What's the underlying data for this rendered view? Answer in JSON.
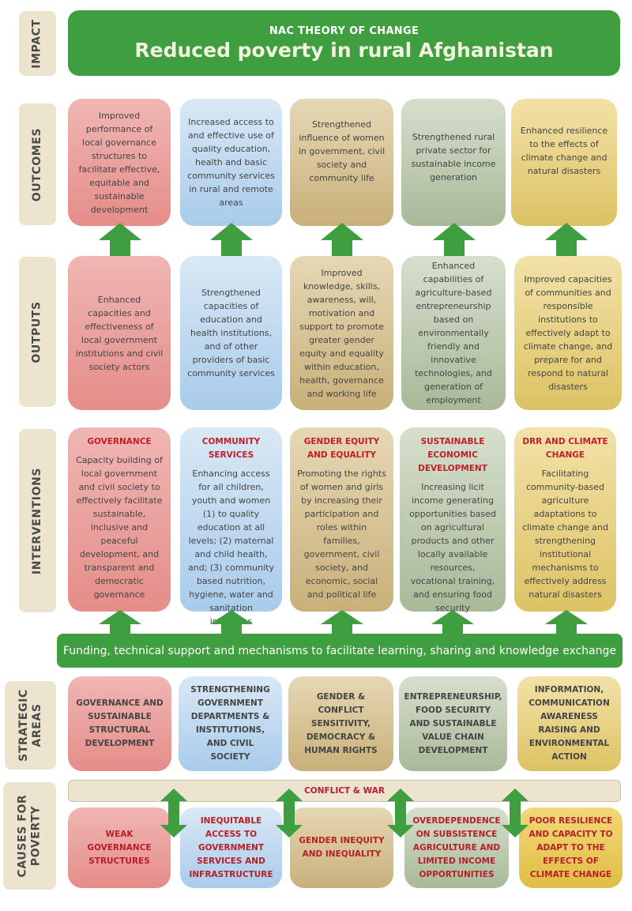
{
  "impact": {
    "label": "IMPACT",
    "subtitle": "NAC THEORY OF CHANGE",
    "title": "Reduced poverty in rural Afghanistan"
  },
  "outcomes": {
    "label": "OUTCOMES",
    "items": [
      "Improved performance of local governance structures to facilitate effective, equitable and sustainable development",
      "Increased access to and effective use of quality education, health and basic community services in rural and remote areas",
      "Strengthened influence of women in government, civil society and community life",
      "Strengthened rural private sector for sustainable income generation",
      "Enhanced resilience to the effects of climate change and natural disasters"
    ]
  },
  "outputs": {
    "label": "OUTPUTS",
    "items": [
      "Enhanced capacities and effectiveness of local government institutions and civil society actors",
      "Strengthened capacities of education and health institutions, and of other providers of basic community services",
      "Improved knowledge, skills, awareness, will, motivation and support to promote greater gender equity and equality within education, health, governance and working life",
      "Enhanced capabilities of agriculture-based entrepreneurship based on environmentally friendly and innovative technologies, and generation of employment",
      "Improved capacities of communities and responsible institutions to effectively adapt to climate change, and prepare for and respond to natural disasters"
    ]
  },
  "interventions": {
    "label": "INTERVENTIONS",
    "items": [
      {
        "title": "GOVERNANCE",
        "text": "Capacity building of local government and civil society to effectively facilitate sustainable, inclusive and peaceful development, and transparent and democratic governance"
      },
      {
        "title": "COMMUNITY SERVICES",
        "text": "Enhancing access for all children, youth and women (1) to quality education at all levels; (2) maternal and child health, and; (3) community based nutrition, hygiene, water and sanitation initiatives"
      },
      {
        "title": "GENDER EQUITY AND EQUALITY",
        "text": "Promoting the rights of women and girls by increasing their participation and roles within families, government, civil society, and economic, social and political life"
      },
      {
        "title": "SUSTAINABLE ECONOMIC DEVELOPMENT",
        "text": "Increasing licit income generating opportunities based on agricultural products and other locally available resources, vocational training, and ensuring food security"
      },
      {
        "title": "DRR AND CLIMATE CHANGE",
        "text": "Facilitating community-based agriculture adaptations to climate change and strengthening institutional mechanisms to effectively address natural disasters"
      }
    ]
  },
  "funding_bar": "Funding, technical support and mechanisms to facilitate learning, sharing and knowledge exchange",
  "strategic_areas": {
    "label": "STRATEGIC\nAREAS",
    "items": [
      "GOVERNANCE AND SUSTAINABLE STRUCTURAL DEVELOPMENT",
      "STRENGTHENING GOVERNMENT DEPARTMENTS & INSTITUTIONS, AND CIVIL SOCIETY",
      "GENDER & CONFLICT SENSITIVITY, DEMOCRACY & HUMAN RIGHTS",
      "ENTREPRENEURSHIP, FOOD SECURITY AND SUSTAINABLE VALUE CHAIN DEVELOPMENT",
      "INFORMATION, COMMUNICATION AWARENESS RAISING AND ENVIRONMENTAL ACTION"
    ]
  },
  "causes": {
    "label": "CAUSES FOR\nPOVERTY",
    "conflict": "CONFLICT & WAR",
    "items": [
      "WEAK GOVERNANCE STRUCTURES",
      "INEQUITABLE ACCESS TO GOVERNMENT SERVICES AND INFRASTRUCTURE",
      "GENDER INEQUITY AND INEQUALITY",
      "OVERDEPENDENCE ON SUBSISTENCE AGRICULTURE AND LIMITED INCOME OPPORTUNITIES",
      "POOR RESILIENCE AND CAPACITY TO ADAPT TO THE EFFECTS OF CLIMATE CHANGE"
    ]
  },
  "colors": {
    "green": "#3f9e3f",
    "governance": "#e58d89",
    "community": "#a9cbec",
    "gender": "#c9b07a",
    "economic": "#a8b998",
    "climate": "#ddc264",
    "title_red": "#c0202a"
  }
}
